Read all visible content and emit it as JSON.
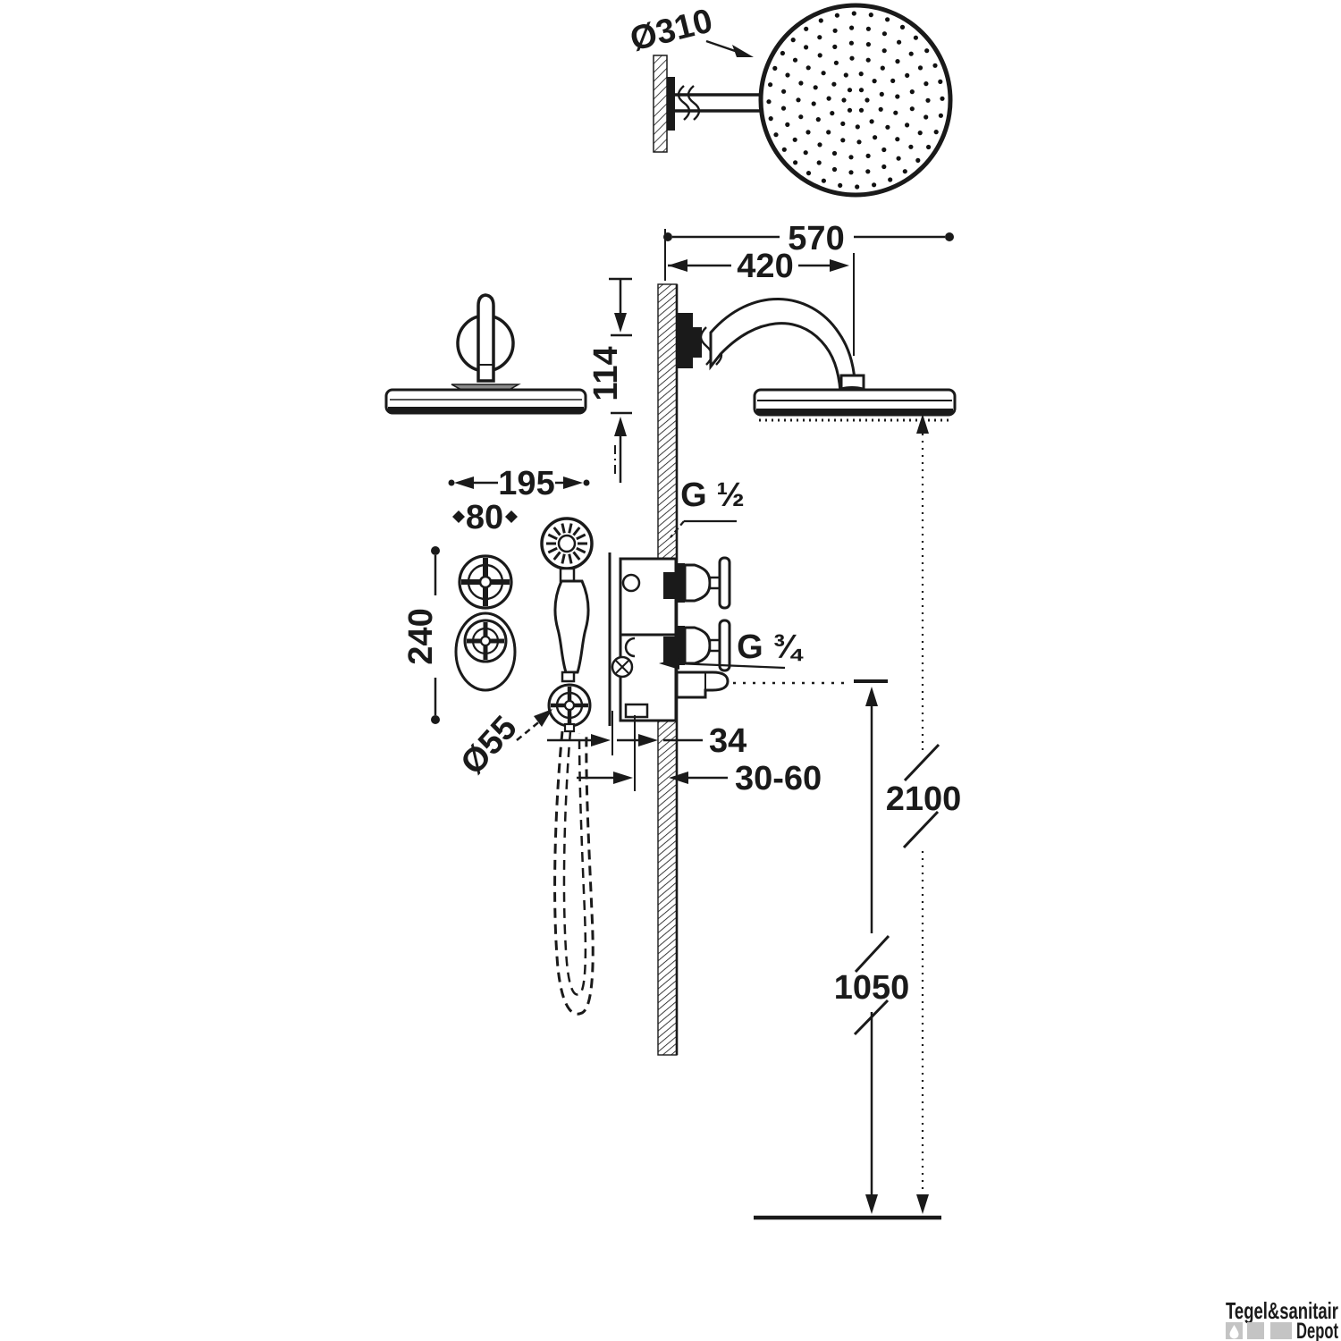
{
  "diagram": {
    "title": "shower-set-technical-drawing",
    "labels": {
      "head_diameter": "Ø310",
      "total_depth": "570",
      "arm_length": "420",
      "head_drop": "114",
      "trim_width": "195",
      "handle_spacing": "80",
      "trim_height": "240",
      "holder_diameter": "Ø55",
      "top_connection": "G ½",
      "outlet_connection": "G ¾",
      "valve_offset": "34",
      "embed_depth_range": "30-60",
      "head_height": "2100",
      "outlet_height": "1050"
    },
    "colors": {
      "line": "#1a1a1a",
      "watermark_dark": "#b2b2b2",
      "watermark_light": "#c9c9c9"
    }
  },
  "watermark": {
    "brand": "Tegel&sanitair",
    "sub": "Depot"
  }
}
